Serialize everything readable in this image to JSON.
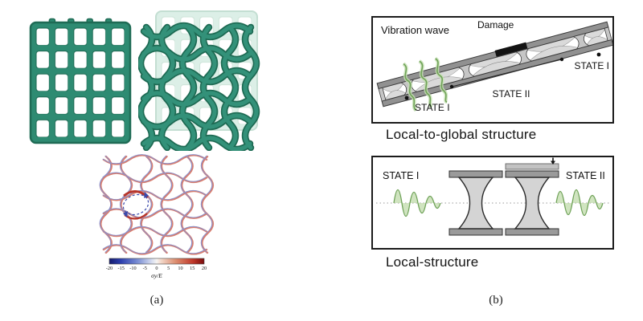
{
  "figure": {
    "panel_a": {
      "label": "(a)",
      "contour": {
        "colorbar_ticks": [
          "-20",
          "-15",
          "-10",
          "-5",
          "0",
          "5",
          "10",
          "15",
          "20"
        ],
        "colorbar_label": "σy/E"
      }
    },
    "panel_b": {
      "label": "(b)",
      "global_panel": {
        "vibration_wave_label": "Vibration wave",
        "damage_label": "Damage",
        "state1_left": "STATE I",
        "state2_label": "STATE II",
        "state1_right": "STATE I",
        "caption": "Local-to-global structure"
      },
      "local_panel": {
        "state1_label": "STATE I",
        "state2_label": "STATE II",
        "caption": "Local-structure"
      }
    }
  },
  "colors": {
    "lattice_teal": "#2e8b72",
    "lattice_teal_dark": "#1f6b55",
    "ghost_green": "#dcefe7",
    "wave_green": "#6fa258",
    "stress_red": "#b7352a",
    "stress_blue": "#3949ab"
  }
}
